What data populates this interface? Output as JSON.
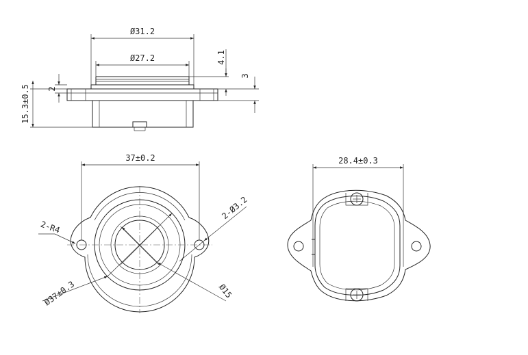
{
  "dimensions": {
    "side_outer_dia": "Ø31.2",
    "side_inner_dia": "Ø27.2",
    "side_cap_height": "4.1",
    "side_flange_gap": "3",
    "side_total_height": "15.3±0.5",
    "side_flange_thickness": "2",
    "front_width": "37±0.2",
    "front_mount_holes": "2-Ø3.2",
    "front_ear_radius": "2-R4",
    "front_outer_dia": "Ø37±0.3",
    "front_center_dia": "Ø15",
    "back_width": "28.4±0.3"
  }
}
